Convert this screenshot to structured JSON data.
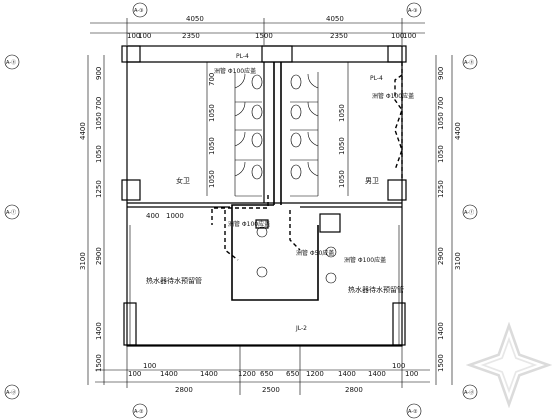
{
  "dims_top_overall": [
    "4050",
    "4050"
  ],
  "dims_top_detail": [
    "100",
    "100",
    "2350",
    "1500",
    "2350",
    "100",
    "100"
  ],
  "dims_bottom_overall": [
    "2800",
    "2500",
    "2800"
  ],
  "dims_bottom_detail": [
    "100",
    "100",
    "1400",
    "1400",
    "1200",
    "650",
    "650",
    "1200",
    "1400",
    "1400",
    "100",
    "100"
  ],
  "dims_left": [
    "900",
    "700",
    "1050",
    "1050",
    "1250",
    "4400",
    "2900",
    "3100",
    "1400",
    "1500"
  ],
  "dims_right": [
    "900",
    "700",
    "1050",
    "1050",
    "1250",
    "4400",
    "2900",
    "3100",
    "1400",
    "1500"
  ],
  "axis_tags": [
    "A-③",
    "A-②",
    "A-①",
    "A-ⓖ",
    "A-ⓕ",
    "A-ⓔ",
    "A-ⓓ"
  ],
  "rooms": {
    "female": "女卫",
    "male": "男卫"
  },
  "pipe_labels": {
    "pl4_left": "PL-4",
    "pl4_right": "PL-4",
    "jl2": "JL-2",
    "flush_100": "洲管 Φ100应盖",
    "flush_50": "洲管 Φ50应盖"
  },
  "water_notes": [
    "热水器待水预留管",
    "热水器待水预留管"
  ],
  "dim_400": "400",
  "dim_1000": "1000"
}
